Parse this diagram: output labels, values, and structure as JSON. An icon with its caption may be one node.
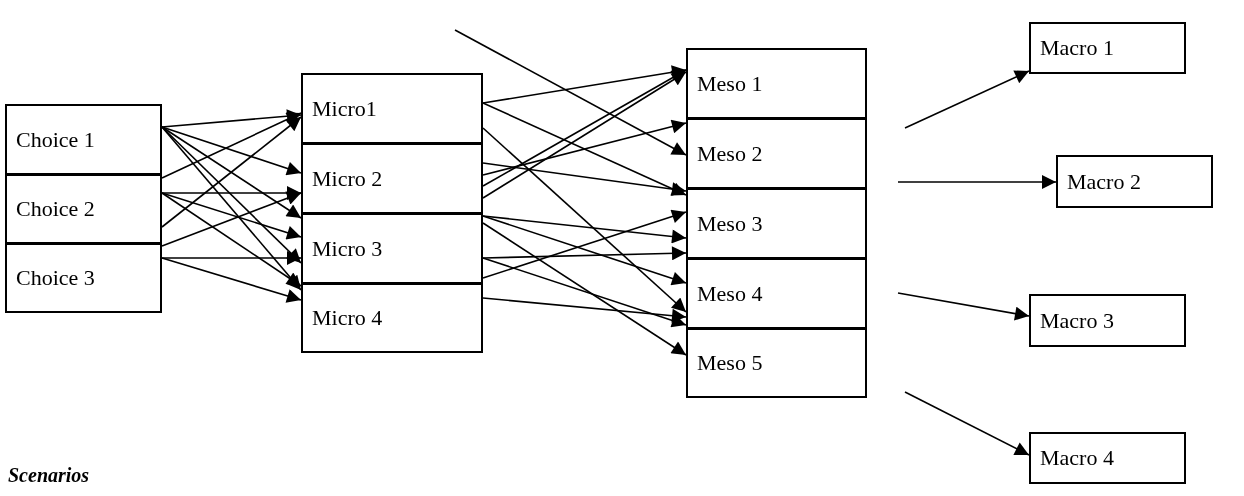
{
  "diagram": {
    "nodes": [
      {
        "text": [
          "Choice 1"
        ]
      },
      {
        "text": [
          "Choice 2"
        ]
      },
      {
        "text": [
          "Choice 3"
        ]
      },
      {
        "text": [
          "Micro1"
        ]
      },
      {
        "text": [
          "Micro 2"
        ]
      },
      {
        "text": [
          "Micro 3"
        ]
      },
      {
        "text": [
          "Micro 4"
        ]
      },
      {
        "text": [
          "Meso 1"
        ]
      },
      {
        "text": [
          "Meso 2"
        ]
      },
      {
        "text": [
          "Meso 3"
        ]
      },
      {
        "text": [
          "Meso 4"
        ]
      },
      {
        "text": [
          "Meso 5"
        ]
      },
      {
        "text": [
          "Macro 1"
        ]
      },
      {
        "text": [
          "Macro 2"
        ]
      },
      {
        "text": [
          "Macro 3"
        ]
      },
      {
        "text": [
          "Macro 4"
        ]
      }
    ],
    "edges": [
      {
        "from": 0,
        "to": 3,
        "arrow": "to"
      },
      {
        "from": 0,
        "to": 4,
        "arrow": "to"
      },
      {
        "from": 0,
        "to": 5,
        "arrow": "to"
      },
      {
        "from": 0,
        "to": 5,
        "arrow": "to"
      },
      {
        "from": 0,
        "to": 6,
        "arrow": "to"
      },
      {
        "from": 1,
        "to": 3,
        "arrow": "to"
      },
      {
        "from": 1,
        "to": 3,
        "arrow": "to"
      },
      {
        "from": 1,
        "to": 4,
        "arrow": "to"
      },
      {
        "from": 1,
        "to": 5,
        "arrow": "to"
      },
      {
        "from": 1,
        "to": 6,
        "arrow": "to"
      },
      {
        "from": 2,
        "to": 4,
        "arrow": "to"
      },
      {
        "from": 2,
        "to": 5,
        "arrow": "to"
      },
      {
        "from": 2,
        "to": 6,
        "arrow": "to"
      },
      {
        "from": 3,
        "to": 7,
        "arrow": "to"
      },
      {
        "from": 3,
        "to": 9,
        "arrow": "to"
      },
      {
        "from": 3,
        "to": 10,
        "arrow": "to"
      },
      {
        "from": 4,
        "to": 7,
        "arrow": "to"
      },
      {
        "from": 4,
        "to": 7,
        "arrow": "to"
      },
      {
        "from": 4,
        "to": 8,
        "arrow": "to"
      },
      {
        "from": 4,
        "to": 9,
        "arrow": "to"
      },
      {
        "from": 5,
        "to": 9,
        "arrow": "to"
      },
      {
        "from": 5,
        "to": 10,
        "arrow": "to"
      },
      {
        "from": 5,
        "to": 11,
        "arrow": "to"
      },
      {
        "from": 5,
        "to": 9,
        "arrow": "to"
      },
      {
        "from": 5,
        "to": 10,
        "arrow": "to"
      },
      {
        "from": 5,
        "to": 9,
        "arrow": "to"
      },
      {
        "from": 6,
        "to": 10,
        "arrow": "to"
      },
      {
        "from": null,
        "to": 8,
        "arrow": "to"
      },
      {
        "from": null,
        "to": 12,
        "arrow": "to"
      },
      {
        "from": null,
        "to": 13,
        "arrow": "to"
      },
      {
        "from": null,
        "to": 14,
        "arrow": "to"
      },
      {
        "from": null,
        "to": 15,
        "arrow": "to"
      }
    ],
    "labels": [
      "Scenarios"
    ]
  }
}
